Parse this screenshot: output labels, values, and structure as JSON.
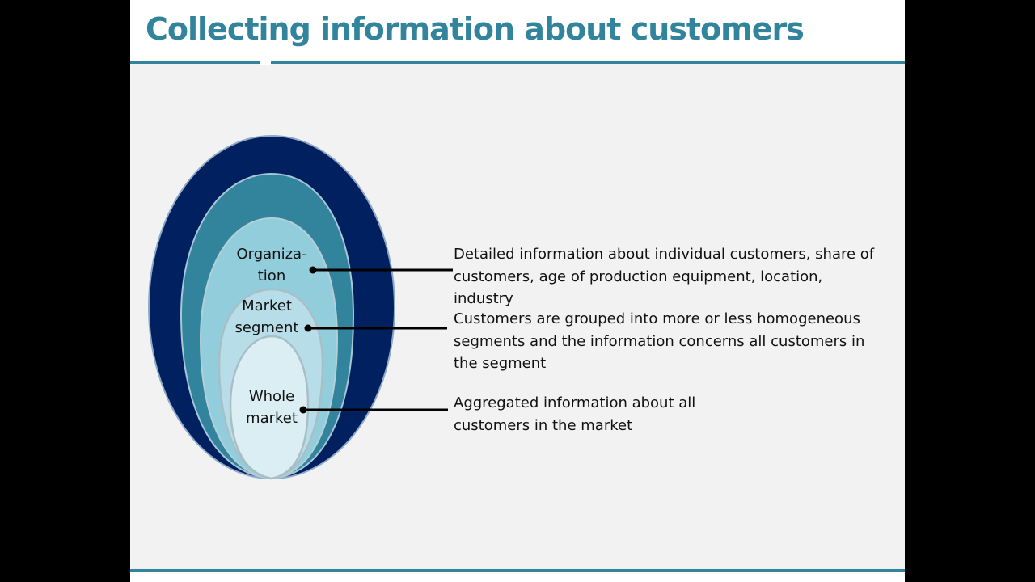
{
  "slide": {
    "title": "Collecting information about customers"
  },
  "diagram": {
    "rings": [
      {
        "name": "outer-ring",
        "color": "#002060"
      },
      {
        "name": "second-ring",
        "color": "#31849b"
      },
      {
        "name": "organization-ring",
        "color": "#92cddc",
        "label_lines": [
          "Organiza-",
          "tion"
        ]
      },
      {
        "name": "market-segment-ring",
        "color": "#b7dee8",
        "label_lines": [
          "Market",
          "segment"
        ]
      },
      {
        "name": "whole-market-ring",
        "color": "#daeef3",
        "label_lines": [
          "Whole",
          "market"
        ]
      }
    ],
    "descriptions": [
      {
        "level": "Organization",
        "lines": [
          "Detailed information about individual customers, share of",
          "customers, age of production equipment, location,",
          "industry"
        ]
      },
      {
        "level": "Market segment",
        "lines": [
          "Customers are grouped into more or less homogeneous",
          "segments and the information concerns all customers in",
          "the segment"
        ]
      },
      {
        "level": "Whole market",
        "lines": [
          "Aggregated information about all",
          "customers in the market"
        ]
      }
    ]
  },
  "colors": {
    "accent": "#31849b",
    "navy": "#002060",
    "background": "#f2f2f2",
    "connector": "#000000"
  }
}
